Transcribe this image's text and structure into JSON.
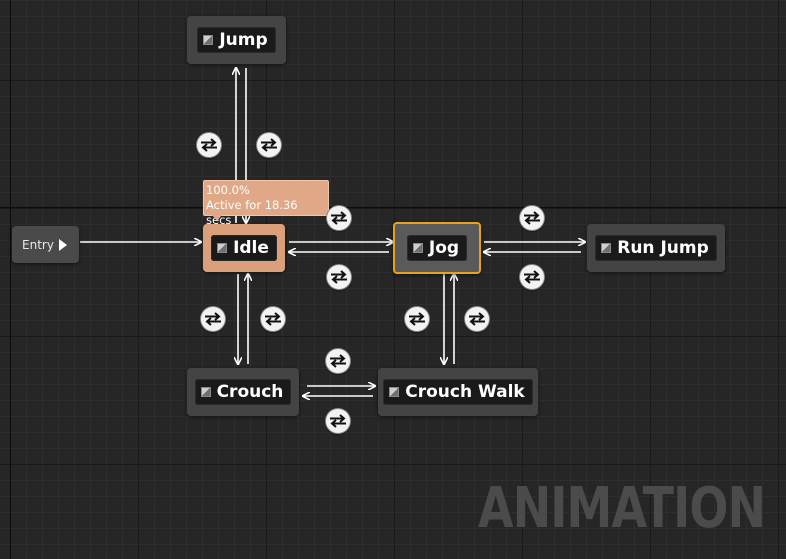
{
  "entry": {
    "label": "Entry"
  },
  "states": {
    "jump": {
      "label": "Jump"
    },
    "idle": {
      "label": "Idle"
    },
    "jog": {
      "label": "Jog"
    },
    "run_jump": {
      "label": "Run Jump"
    },
    "crouch": {
      "label": "Crouch"
    },
    "crouch_walk": {
      "label": "Crouch Walk"
    }
  },
  "tooltip": {
    "weight": "100.0%",
    "active_time": "Active for 18.36 secs"
  },
  "watermark": "ANIMATION",
  "colors": {
    "active_state": "#d9a07b",
    "selected_border": "#e9a319",
    "wire": "#ffffff"
  },
  "transition_icon": "transition-arrows-icon"
}
